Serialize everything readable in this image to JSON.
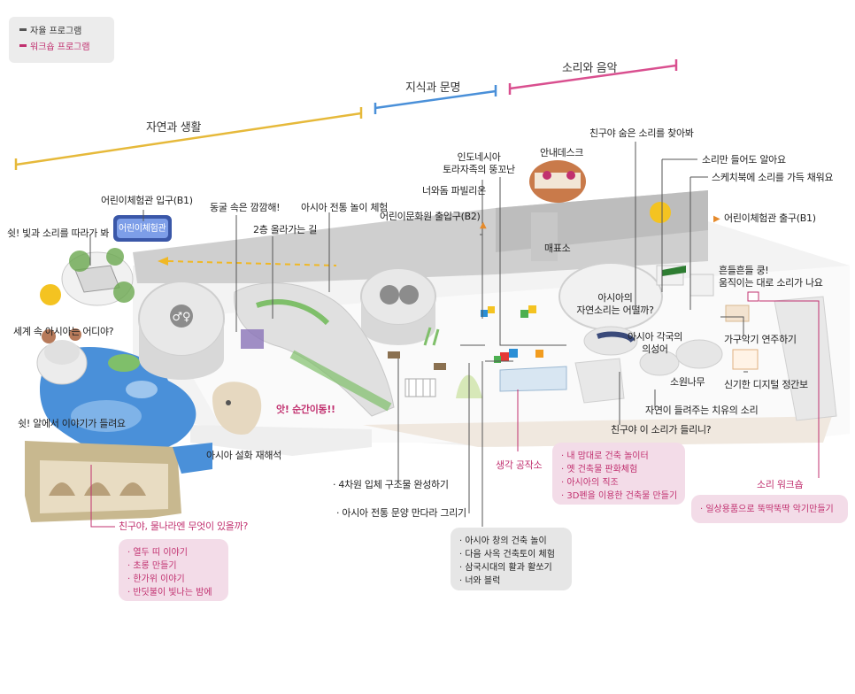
{
  "legend": {
    "self_guided": "자율 프로그램",
    "workshop": "워크숍 프로그램",
    "self_guided_color": "#555555",
    "workshop_color": "#c1306f"
  },
  "zones": {
    "nature": "자연과 생활",
    "knowledge": "지식과 문명",
    "sound": "소리와 음악"
  },
  "zone_colors": {
    "nature": "#e6b93a",
    "knowledge": "#4a90d9",
    "sound": "#d94f8f"
  },
  "entrances": {
    "entrance_b1": "어린이체험관 입구(B1)",
    "exit_b1": "어린이체험관 출구(B1)",
    "culture_exit_b2": "어린이문화원 출입구(B2)",
    "sign_text": "어린이체험관"
  },
  "places": {
    "info_desk": "안내데스크",
    "shop": "매표소",
    "pavilion": "너와돔 파빌리온",
    "toraja": "인도네시아\n토라자족의 뚱꼬난"
  },
  "exhibits": {
    "light_sound": "쉿! 빛과 소리를 따라가 봐",
    "where_asia": "세계 속 아시아는 어디야?",
    "egg_story": "쉿! 알에서 이야기가 들려요",
    "cave": "동굴 속은 깜깜해!",
    "second_floor": "2층 올라가는 길",
    "asia_play": "아시아 전통 놀이 체험",
    "legend_reinterp": "아시아 설화 재해석",
    "oops": "앗! 순간이동!!",
    "hidden_sound": "친구야 숨은 소리를 찾아봐",
    "listen_sound": "소리만 들어도 알아요",
    "sketchbook": "스케치북에 소리를 가득 채워요",
    "shake": "흔들흔들 쿵!\n움직이는 대로 소리가 나요",
    "nature_sounds": "아시아의\n자연소리는 어떨까?",
    "onomatopoeia": "아시아 각국의\n의성어",
    "instrument_play": "가구악기 연주하기",
    "digital_gamelan": "신기한 디지털 정간보",
    "sound_tree": "소원나무",
    "healing_sound": "자연이 들려주는 치유의 소리",
    "hear_sound": "친구야 이 소리가 들리니?",
    "idea_workshop": "생각 공작소",
    "sound_workshop": "소리 워크숍",
    "water_country": "친구야, 물나라엔 무엇이 있을까?",
    "structure_4d": "· 4차원 입체 구조물 완성하기",
    "pattern_draw": "· 아시아 전통 문양 만다라 그리기"
  },
  "boxes": {
    "water_items": [
      "· 열두 띠 이야기",
      "· 초롱 만들기",
      "· 한가위 이야기",
      "· 반딧불이 빛나는 밤에"
    ],
    "gray_items": [
      "· 아시아 창의 건축 놀이",
      "· 다음 사옥 건축토이 체험",
      "· 삼국시대의 활과 활쏘기",
      "· 너와 블럭"
    ],
    "idea_items": [
      "· 내 맘대로 건축 놀이터",
      "· 옛 건축물 판화체험",
      "· 아시아의 직조",
      "· 3D펜을 이용한 건축물 만들기"
    ],
    "sound_items": [
      "· 일상용품으로 뚝딱뚝딱 악기만들기"
    ]
  }
}
